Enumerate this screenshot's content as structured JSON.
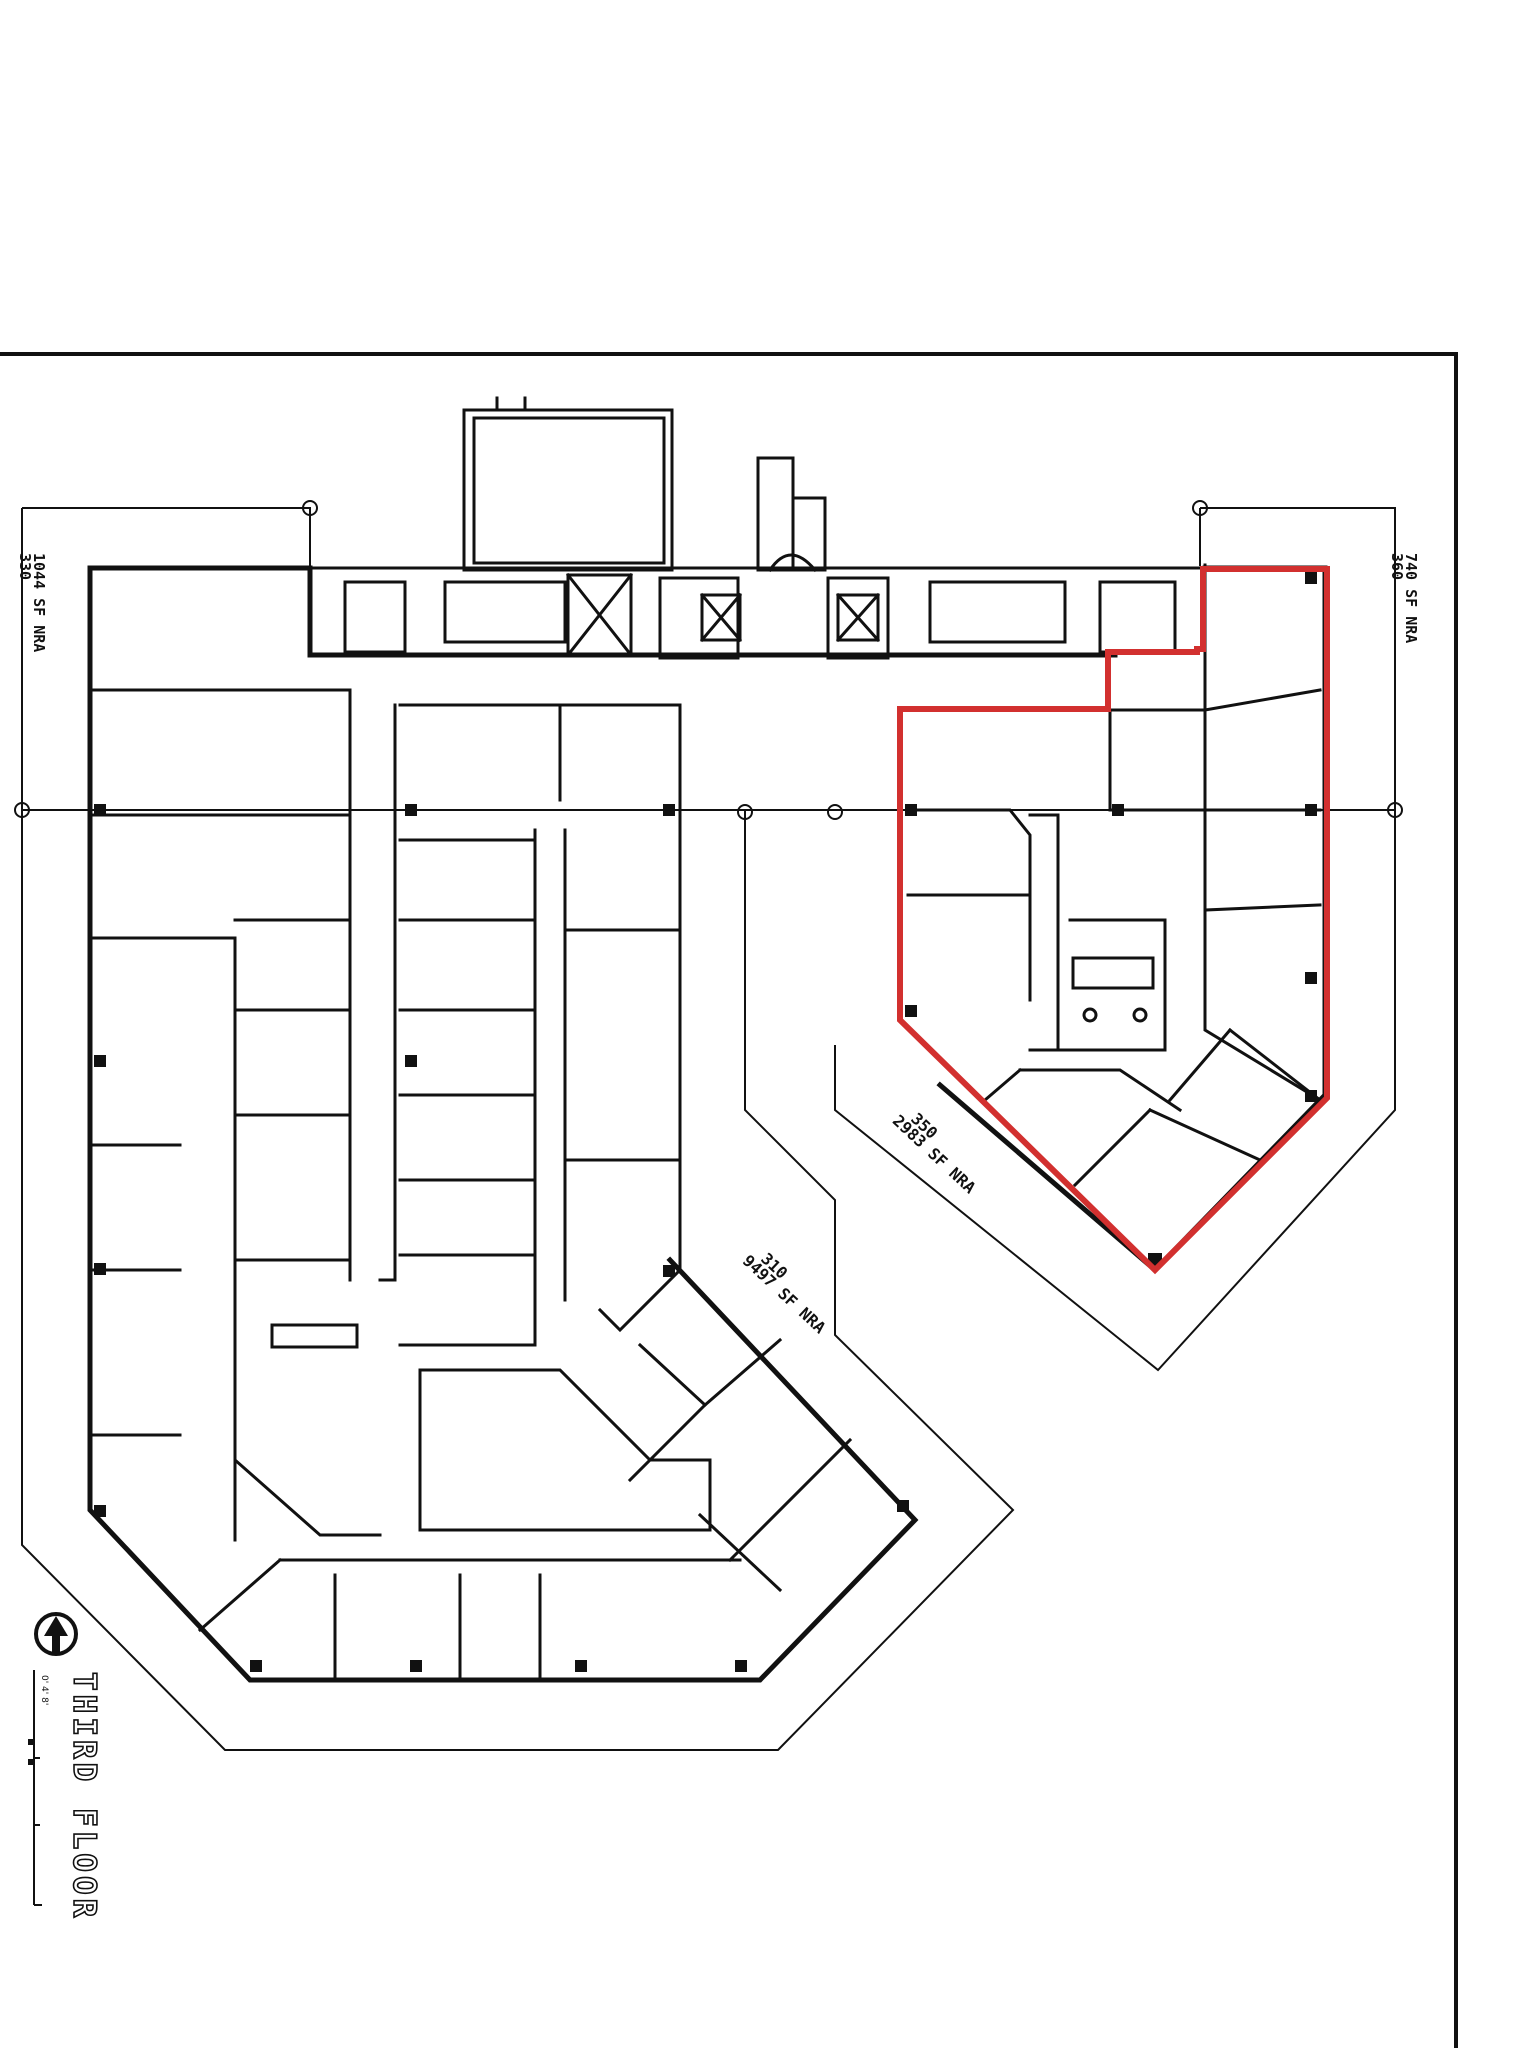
{
  "floor_title": "THIRD FLOOR",
  "scale_label": "0' 4' 8'",
  "highlight_color": "#d2302f",
  "compass_icon": "north-arrow-icon",
  "suites": {
    "s330": {
      "number": "330",
      "area": "1044 SF NRA"
    },
    "s360": {
      "number": "360",
      "area": "740 SF NRA"
    },
    "s350": {
      "number": "350",
      "area": "2983 SF NRA"
    },
    "s310": {
      "number": "310",
      "area": "9497 SF NRA"
    }
  }
}
